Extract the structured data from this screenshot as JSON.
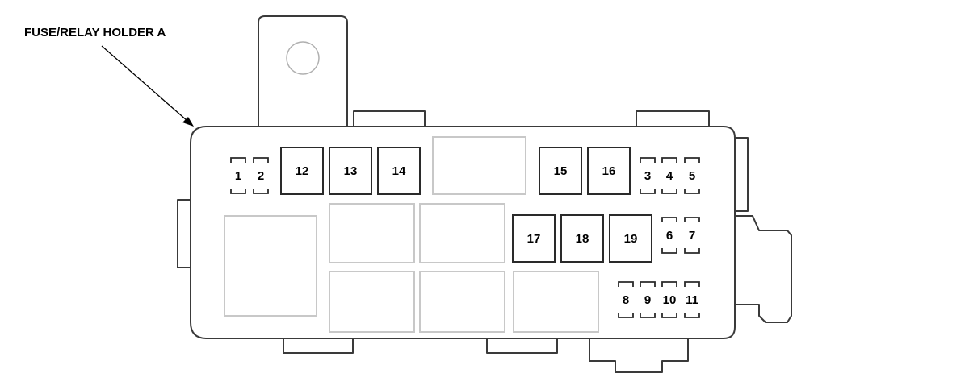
{
  "title": "FUSE/RELAY HOLDER A",
  "colors": {
    "outline": "#3a3a3a",
    "empty_slot": "#c8c8c8",
    "fuse": "#2a2a2a"
  },
  "large_fuses": {
    "f12": "12",
    "f13": "13",
    "f14": "14",
    "f15": "15",
    "f16": "16",
    "f17": "17",
    "f18": "18",
    "f19": "19"
  },
  "mini_fuses": {
    "f1": "1",
    "f2": "2",
    "f3": "3",
    "f4": "4",
    "f5": "5",
    "f6": "6",
    "f7": "7",
    "f8": "8",
    "f9": "9",
    "f10": "10",
    "f11": "11"
  }
}
